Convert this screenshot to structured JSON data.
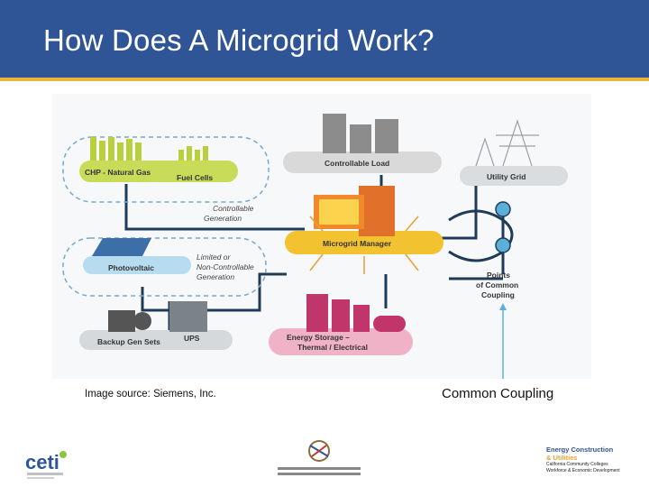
{
  "header": {
    "title": "How Does A Microgrid Work?"
  },
  "diagram": {
    "labels": {
      "chp": "CHP - Natural Gas",
      "fuel_cells": "Fuel Cells",
      "controllable_load": "Controllable Load",
      "utility_grid": "Utility Grid",
      "controllable_generation_1": "Controllable",
      "controllable_generation_2": "Generation",
      "microgrid_manager": "Microgrid Manager",
      "limited_1": "Limited or",
      "limited_2": "Non-Controllable",
      "limited_3": "Generation",
      "photovoltaic": "Photovoltaic",
      "points_1": "Points",
      "points_2": "of Common",
      "points_3": "Coupling",
      "backup_gen": "Backup Gen Sets",
      "ups": "UPS",
      "energy_storage_1": "Energy Storage –",
      "energy_storage_2": "Thermal / Electrical"
    }
  },
  "captions": {
    "image_source": "Image source: Siemens, Inc.",
    "common_coupling": "Common Coupling"
  },
  "footer": {
    "ceti_logo_text": "ceti",
    "right_logo_line1": "Energy Construction",
    "right_logo_line2": "& Utilities",
    "right_logo_line3": "California Community Colleges",
    "right_logo_line4": "Workforce & Economic Development"
  }
}
